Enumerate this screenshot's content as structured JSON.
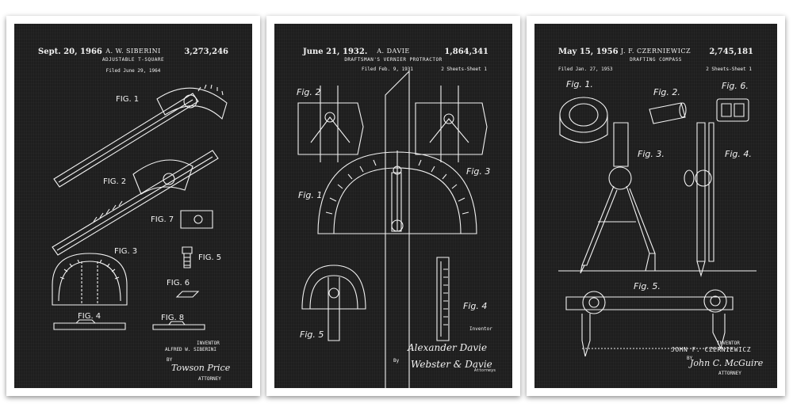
{
  "posters": [
    {
      "date": "Sept. 20, 1966",
      "inventor": "A. W. SIBERINI",
      "patent_number": "3,273,246",
      "title": "ADJUSTABLE T-SQUARE",
      "filed": "Filed June 29, 1964",
      "figures": [
        "FIG. 1",
        "FIG. 2",
        "FIG. 3",
        "FIG. 4",
        "FIG. 5",
        "FIG. 6",
        "FIG. 7",
        "FIG. 8"
      ],
      "footer": {
        "role": "INVENTOR",
        "name": "ALFRED W. SIBERINI",
        "by": "BY",
        "signature": "Towson Price",
        "attorney": "ATTORNEY"
      }
    },
    {
      "date": "June 21, 1932.",
      "inventor": "A. DAVIE",
      "patent_number": "1,864,341",
      "title": "DRAFTSMAN'S VERNIER PROTRACTOR",
      "filed": "Filed Feb. 9, 1931",
      "sheets": "2 Sheets-Sheet 1",
      "figures": [
        "Fig. 1",
        "Fig. 2",
        "Fig. 3",
        "Fig. 4",
        "Fig. 5"
      ],
      "footer": {
        "role": "Inventor",
        "signature": "Alexander Davie",
        "by": "By",
        "attorney_signature": "Webster & Davie",
        "attorney": "Attorneys"
      }
    },
    {
      "date": "May 15, 1956",
      "inventor": "J. F. CZERNIEWICZ",
      "patent_number": "2,745,181",
      "title": "DRAFTING COMPASS",
      "filed": "Filed Jan. 27, 1953",
      "sheets": "2 Sheets-Sheet 1",
      "figures": [
        "Fig. 1.",
        "Fig. 2.",
        "Fig. 3.",
        "Fig. 4.",
        "Fig. 5.",
        "Fig. 6."
      ],
      "footer": {
        "role": "INVENTOR",
        "name": "JOHN F. CZERNIEWICZ",
        "by": "BY",
        "signature": "John C. McGuire",
        "attorney": "ATTORNEY"
      }
    }
  ],
  "colors": {
    "sheet": "#1e1e1e",
    "ink": "#f2f2f2",
    "frame": "#ffffff"
  }
}
